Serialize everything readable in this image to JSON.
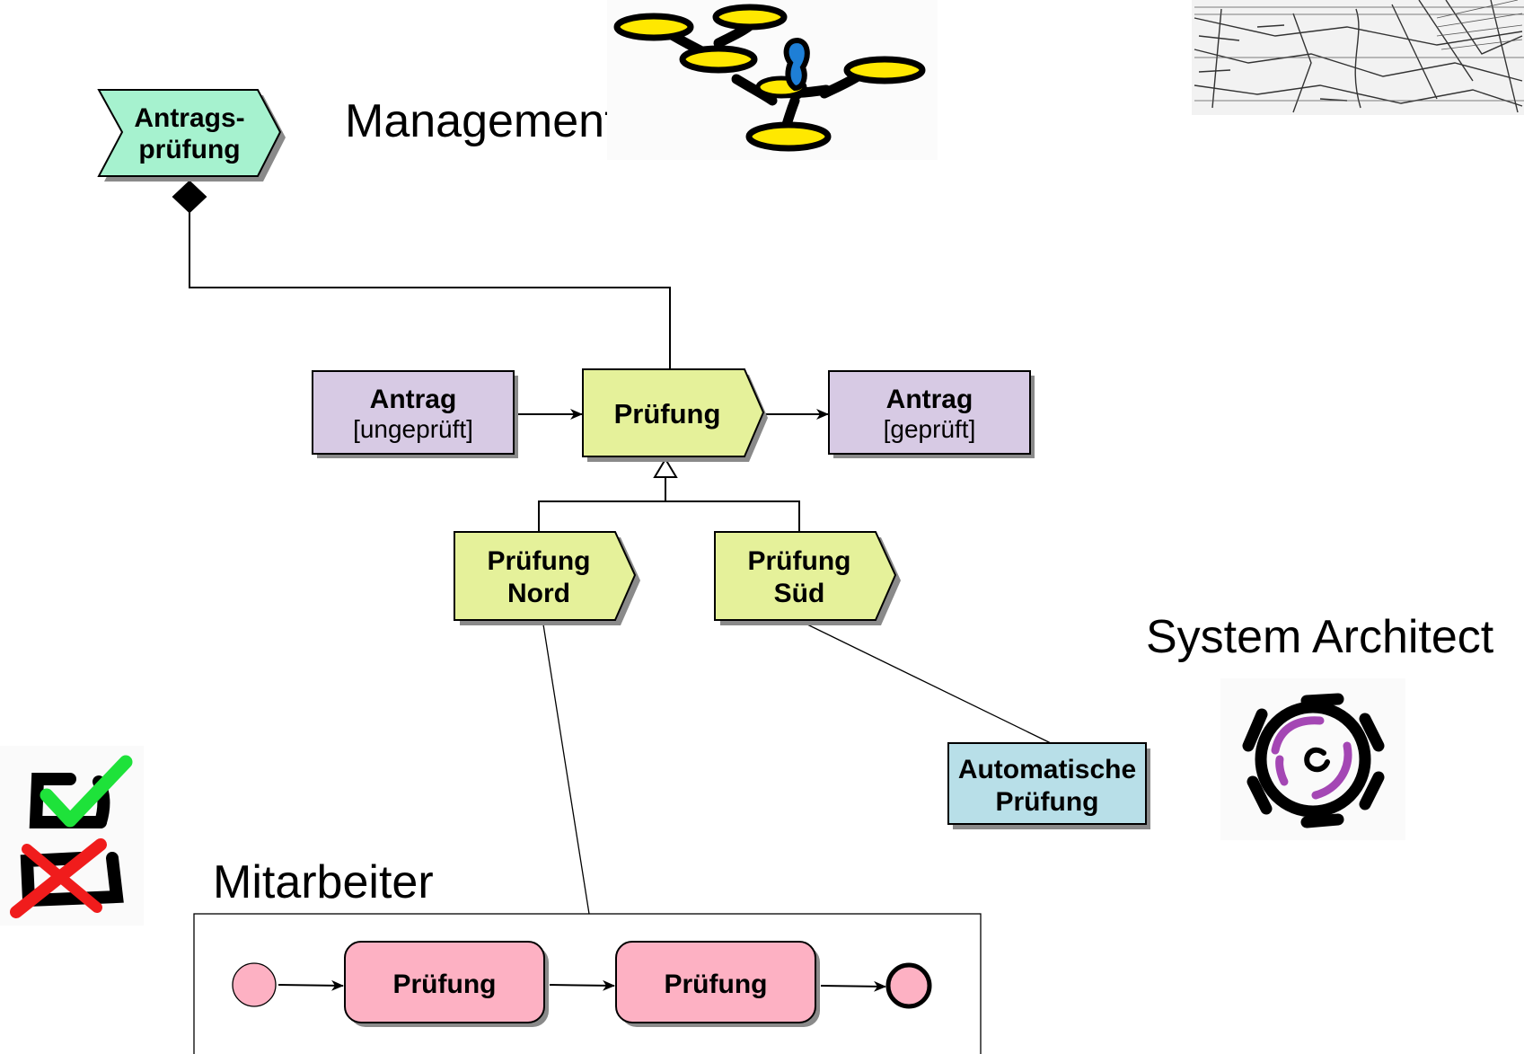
{
  "headings": {
    "management": "Management",
    "system_architect": "System Architect",
    "mitarbeiter": "Mitarbeiter"
  },
  "nodes": {
    "antragspruefung": {
      "line1": "Antrags-",
      "line2": "prüfung"
    },
    "antrag_ungeprueft": {
      "title": "Antrag",
      "state": "[ungeprüft]"
    },
    "pruefung": {
      "label": "Prüfung"
    },
    "antrag_geprueft": {
      "title": "Antrag",
      "state": "[geprüft]"
    },
    "pruefung_nord": {
      "line1": "Prüfung",
      "line2": "Nord"
    },
    "pruefung_sued": {
      "line1": "Prüfung",
      "line2": "Süd"
    },
    "automatische_pruefung": {
      "line1": "Automatische",
      "line2": "Prüfung"
    }
  },
  "activity": {
    "action1": "Prüfung",
    "action2": "Prüfung"
  },
  "colors": {
    "value_chain": "#a6f2cf",
    "function": "#e5f19a",
    "object": "#d7cae4",
    "it_system": "#b8dfe8",
    "action": "#fdb1c3",
    "shadow": "#8a8a8a",
    "stroke": "#000000"
  },
  "icons": {
    "management": "org-chart-sketch-icon",
    "system_architect": "gear-sketch-icon",
    "mitarbeiter": "checklist-sketch-icon",
    "top_right": "woodcut-engraving-image"
  }
}
